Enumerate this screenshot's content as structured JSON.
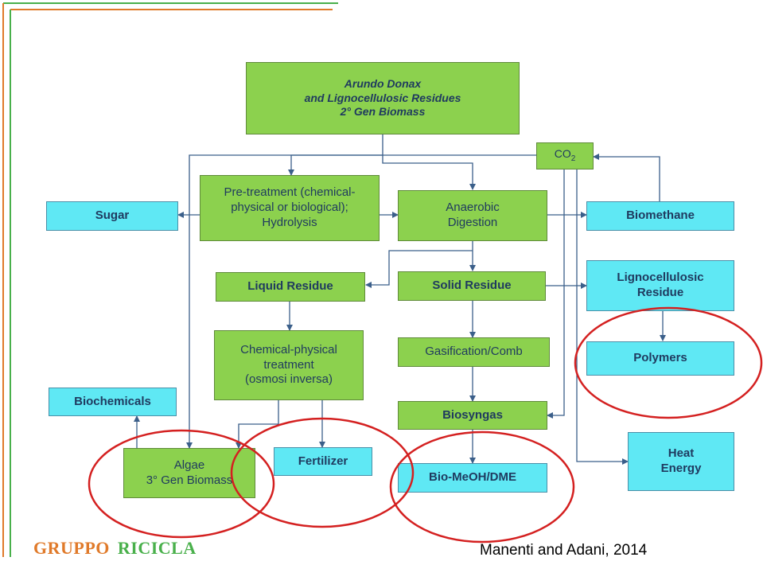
{
  "colors": {
    "green_box": "#8cd14e",
    "cyan_box": "#5fe8f4",
    "arrow": "#3b5f8a",
    "highlight_circle": "#d42020",
    "frame_orange": "#e07a2a",
    "frame_green": "#49b04b"
  },
  "nodes": {
    "arundo": "Arundo Donax\nand Lignocellulosic Residues\n2° Gen Biomass",
    "co2": "CO",
    "co2_sub": "2",
    "pretreatment": "Pre-treatment (chemical-\nphysical or biological);\nHydrolysis",
    "anaerobic": "Anaerobic\nDigestion",
    "sugar": "Sugar",
    "biomethane": "Biomethane",
    "liquid_residue": "Liquid Residue",
    "solid_residue": "Solid Residue",
    "lignocellulosic_residue": "Lignocellulosic\nResidue",
    "chemphys": "Chemical-physical\ntreatment\n(osmosi inversa)",
    "gasification": "Gasification/Comb",
    "polymers": "Polymers",
    "biochemicals": "Biochemicals",
    "biosyngas": "Biosyngas",
    "algae": "Algae\n3° Gen Biomass",
    "fertilizer": "Fertilizer",
    "biomeoh": "Bio-MeOH/DME",
    "heat_energy": "Heat\nEnergy"
  },
  "logo": {
    "word1": "GRUPPO",
    "word2": "RICICLA"
  },
  "citation": "Manenti and Adani, 2014"
}
